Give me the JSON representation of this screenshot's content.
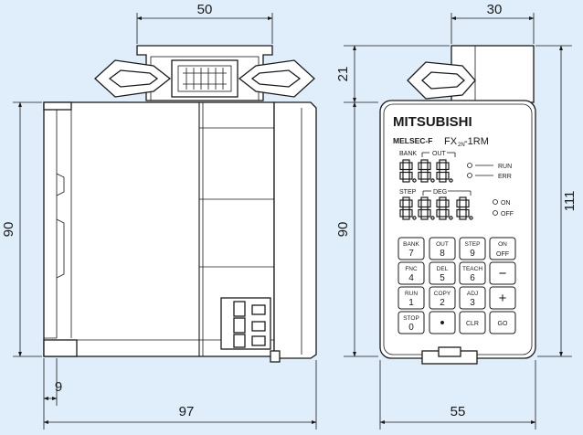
{
  "dimensions": {
    "side_top_width": "50",
    "side_total_width": "97",
    "side_offset": "9",
    "side_height": "90",
    "front_top_width": "30",
    "front_clip_height": "21",
    "front_height": "90",
    "front_total_height": "111",
    "front_width": "55"
  },
  "panel": {
    "brand": "MITSUBISHI",
    "series": "MELSEC-F",
    "model_prefix": "FX",
    "model_sub": "2N",
    "model_suffix": "-1RM",
    "label_bank": "BANK",
    "label_out": "OUT",
    "label_step": "STEP",
    "label_deg": "DEG",
    "led_run": "RUN",
    "led_err": "ERR",
    "led_on": "ON",
    "led_off": "OFF"
  },
  "keys": [
    {
      "top": "BANK",
      "bottom": "7"
    },
    {
      "top": "OUT",
      "bottom": "8"
    },
    {
      "top": "STEP",
      "bottom": "9"
    },
    {
      "top": "ON",
      "bottom": "OFF"
    },
    {
      "top": "FNC",
      "bottom": "4"
    },
    {
      "top": "DEL",
      "bottom": "5"
    },
    {
      "top": "TEACH",
      "bottom": "6"
    },
    {
      "top": "",
      "bottom": "−"
    },
    {
      "top": "RUN",
      "bottom": "1"
    },
    {
      "top": "COPY",
      "bottom": "2"
    },
    {
      "top": "ADJ",
      "bottom": "3"
    },
    {
      "top": "",
      "bottom": "+"
    },
    {
      "top": "STOP",
      "bottom": "0"
    },
    {
      "top": "",
      "bottom": "•"
    },
    {
      "top": "",
      "bottom": "CLR"
    },
    {
      "top": "",
      "bottom": "GO"
    }
  ]
}
